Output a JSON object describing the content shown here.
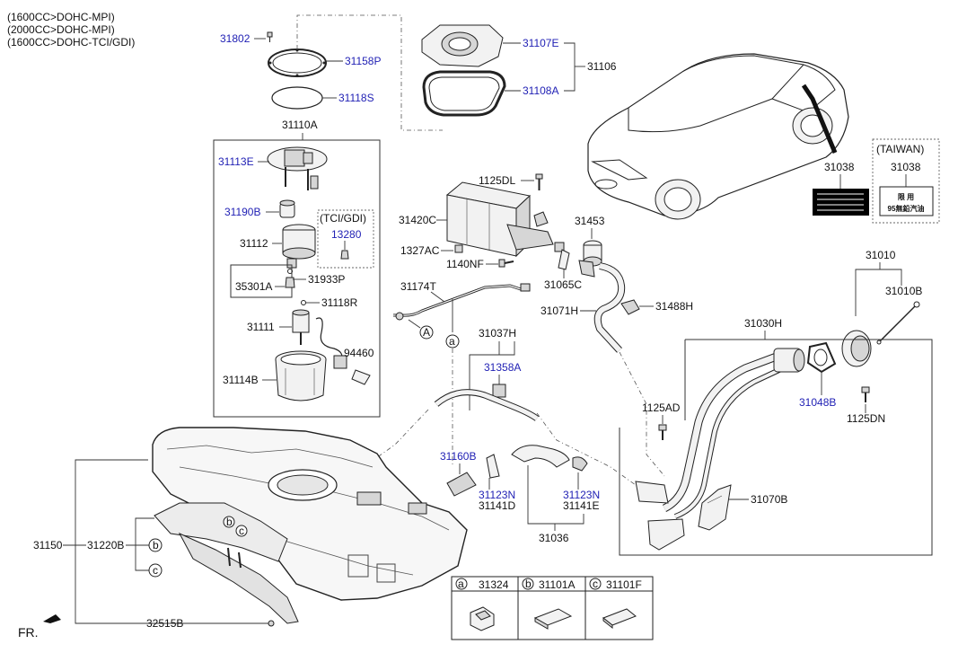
{
  "header": {
    "line1": "(1600CC>DOHC-MPI)",
    "line2": "(2000CC>DOHC-MPI)",
    "line3": "(1600CC>DOHC-TCI/GDI)"
  },
  "parts": {
    "p31802": "31802",
    "p31158P": "31158P",
    "p31118S": "31118S",
    "p31107E": "31107E",
    "p31106": "31106",
    "p31108A": "31108A",
    "p31110A": "31110A",
    "p31113E": "31113E",
    "p31190B": "31190B",
    "tci_gdi": "(TCI/GDI)",
    "p13280": "13280",
    "p31112": "31112",
    "p31933P": "31933P",
    "p35301A": "35301A",
    "p31118R": "31118R",
    "p31111": "31111",
    "p94460": "94460",
    "p31114B": "31114B",
    "p1125DL": "1125DL",
    "p31420C": "31420C",
    "p1327AC": "1327AC",
    "p1140NF": "1140NF",
    "p31453": "31453",
    "p31065C": "31065C",
    "p31174T": "31174T",
    "p31071H": "31071H",
    "p31488H": "31488H",
    "p31037H": "31037H",
    "p31358A": "31358A",
    "taiwan": "(TAIWAN)",
    "p31038a": "31038",
    "p31038b": "31038",
    "p31010": "31010",
    "p31010B": "31010B",
    "p31030H": "31030H",
    "p31048B": "31048B",
    "p1125AD": "1125AD",
    "p1125DN": "1125DN",
    "p31160B": "31160B",
    "p31123N_a": "31123N",
    "p31141D": "31141D",
    "p31123N_b": "31123N",
    "p31141E": "31141E",
    "p31070B": "31070B",
    "p31036": "31036",
    "p31150": "31150",
    "p31220B": "31220B",
    "p32515B": "32515B"
  },
  "callouts": {
    "a": "a",
    "b": "b",
    "c": "c",
    "A": "A"
  },
  "legend": {
    "a_letter": "a",
    "a_part": "31324",
    "b_letter": "b",
    "b_part": "31101A",
    "c_letter": "c",
    "c_part": "31101F"
  },
  "taiwan_label": {
    "chars1": "限 用",
    "chars2": "95無鉛汽油"
  },
  "direction": {
    "label": "FR."
  }
}
